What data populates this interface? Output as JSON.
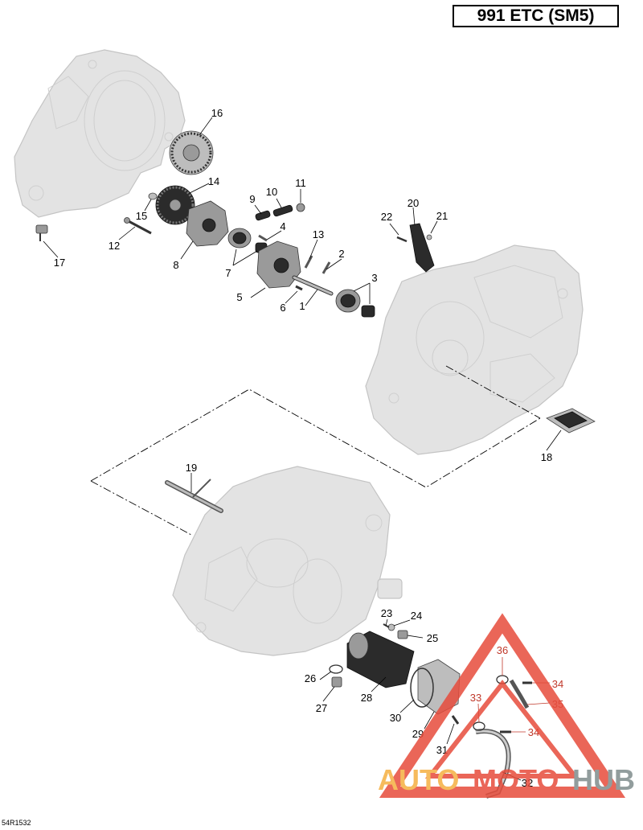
{
  "header": {
    "model_title": "991 ETC (SM5)"
  },
  "footer": {
    "reference_code": "54R1532"
  },
  "watermark": {
    "word_auto": "AUTO",
    "word_moto": "MOTO",
    "word_hub": "HUB",
    "color_auto": "#f5b041",
    "color_moto": "#e74c3c",
    "color_hub": "#7f8c8d",
    "triangle_color": "#e74c3c"
  },
  "callouts": [
    {
      "id": "1",
      "text": "1"
    },
    {
      "id": "2",
      "text": "2"
    },
    {
      "id": "3",
      "text": "3"
    },
    {
      "id": "4",
      "text": "4"
    },
    {
      "id": "5",
      "text": "5"
    },
    {
      "id": "6",
      "text": "6"
    },
    {
      "id": "7",
      "text": "7"
    },
    {
      "id": "8",
      "text": "8"
    },
    {
      "id": "9",
      "text": "9"
    },
    {
      "id": "10",
      "text": "10"
    },
    {
      "id": "11",
      "text": "11"
    },
    {
      "id": "12",
      "text": "12"
    },
    {
      "id": "13",
      "text": "13"
    },
    {
      "id": "14",
      "text": "14"
    },
    {
      "id": "15",
      "text": "15"
    },
    {
      "id": "16",
      "text": "16"
    },
    {
      "id": "17",
      "text": "17"
    },
    {
      "id": "18",
      "text": "18"
    },
    {
      "id": "19",
      "text": "19"
    },
    {
      "id": "20",
      "text": "20"
    },
    {
      "id": "21",
      "text": "21"
    },
    {
      "id": "22",
      "text": "22"
    },
    {
      "id": "23",
      "text": "23"
    },
    {
      "id": "24",
      "text": "24"
    },
    {
      "id": "25",
      "text": "25"
    },
    {
      "id": "26",
      "text": "26"
    },
    {
      "id": "27",
      "text": "27"
    },
    {
      "id": "28",
      "text": "28"
    },
    {
      "id": "29",
      "text": "29"
    },
    {
      "id": "30",
      "text": "30"
    },
    {
      "id": "31",
      "text": "31"
    },
    {
      "id": "32",
      "text": "32"
    },
    {
      "id": "33",
      "text": "33"
    },
    {
      "id": "34",
      "text": "34"
    },
    {
      "id": "34b",
      "text": "34"
    },
    {
      "id": "35",
      "text": "35"
    },
    {
      "id": "36",
      "text": "36"
    }
  ]
}
